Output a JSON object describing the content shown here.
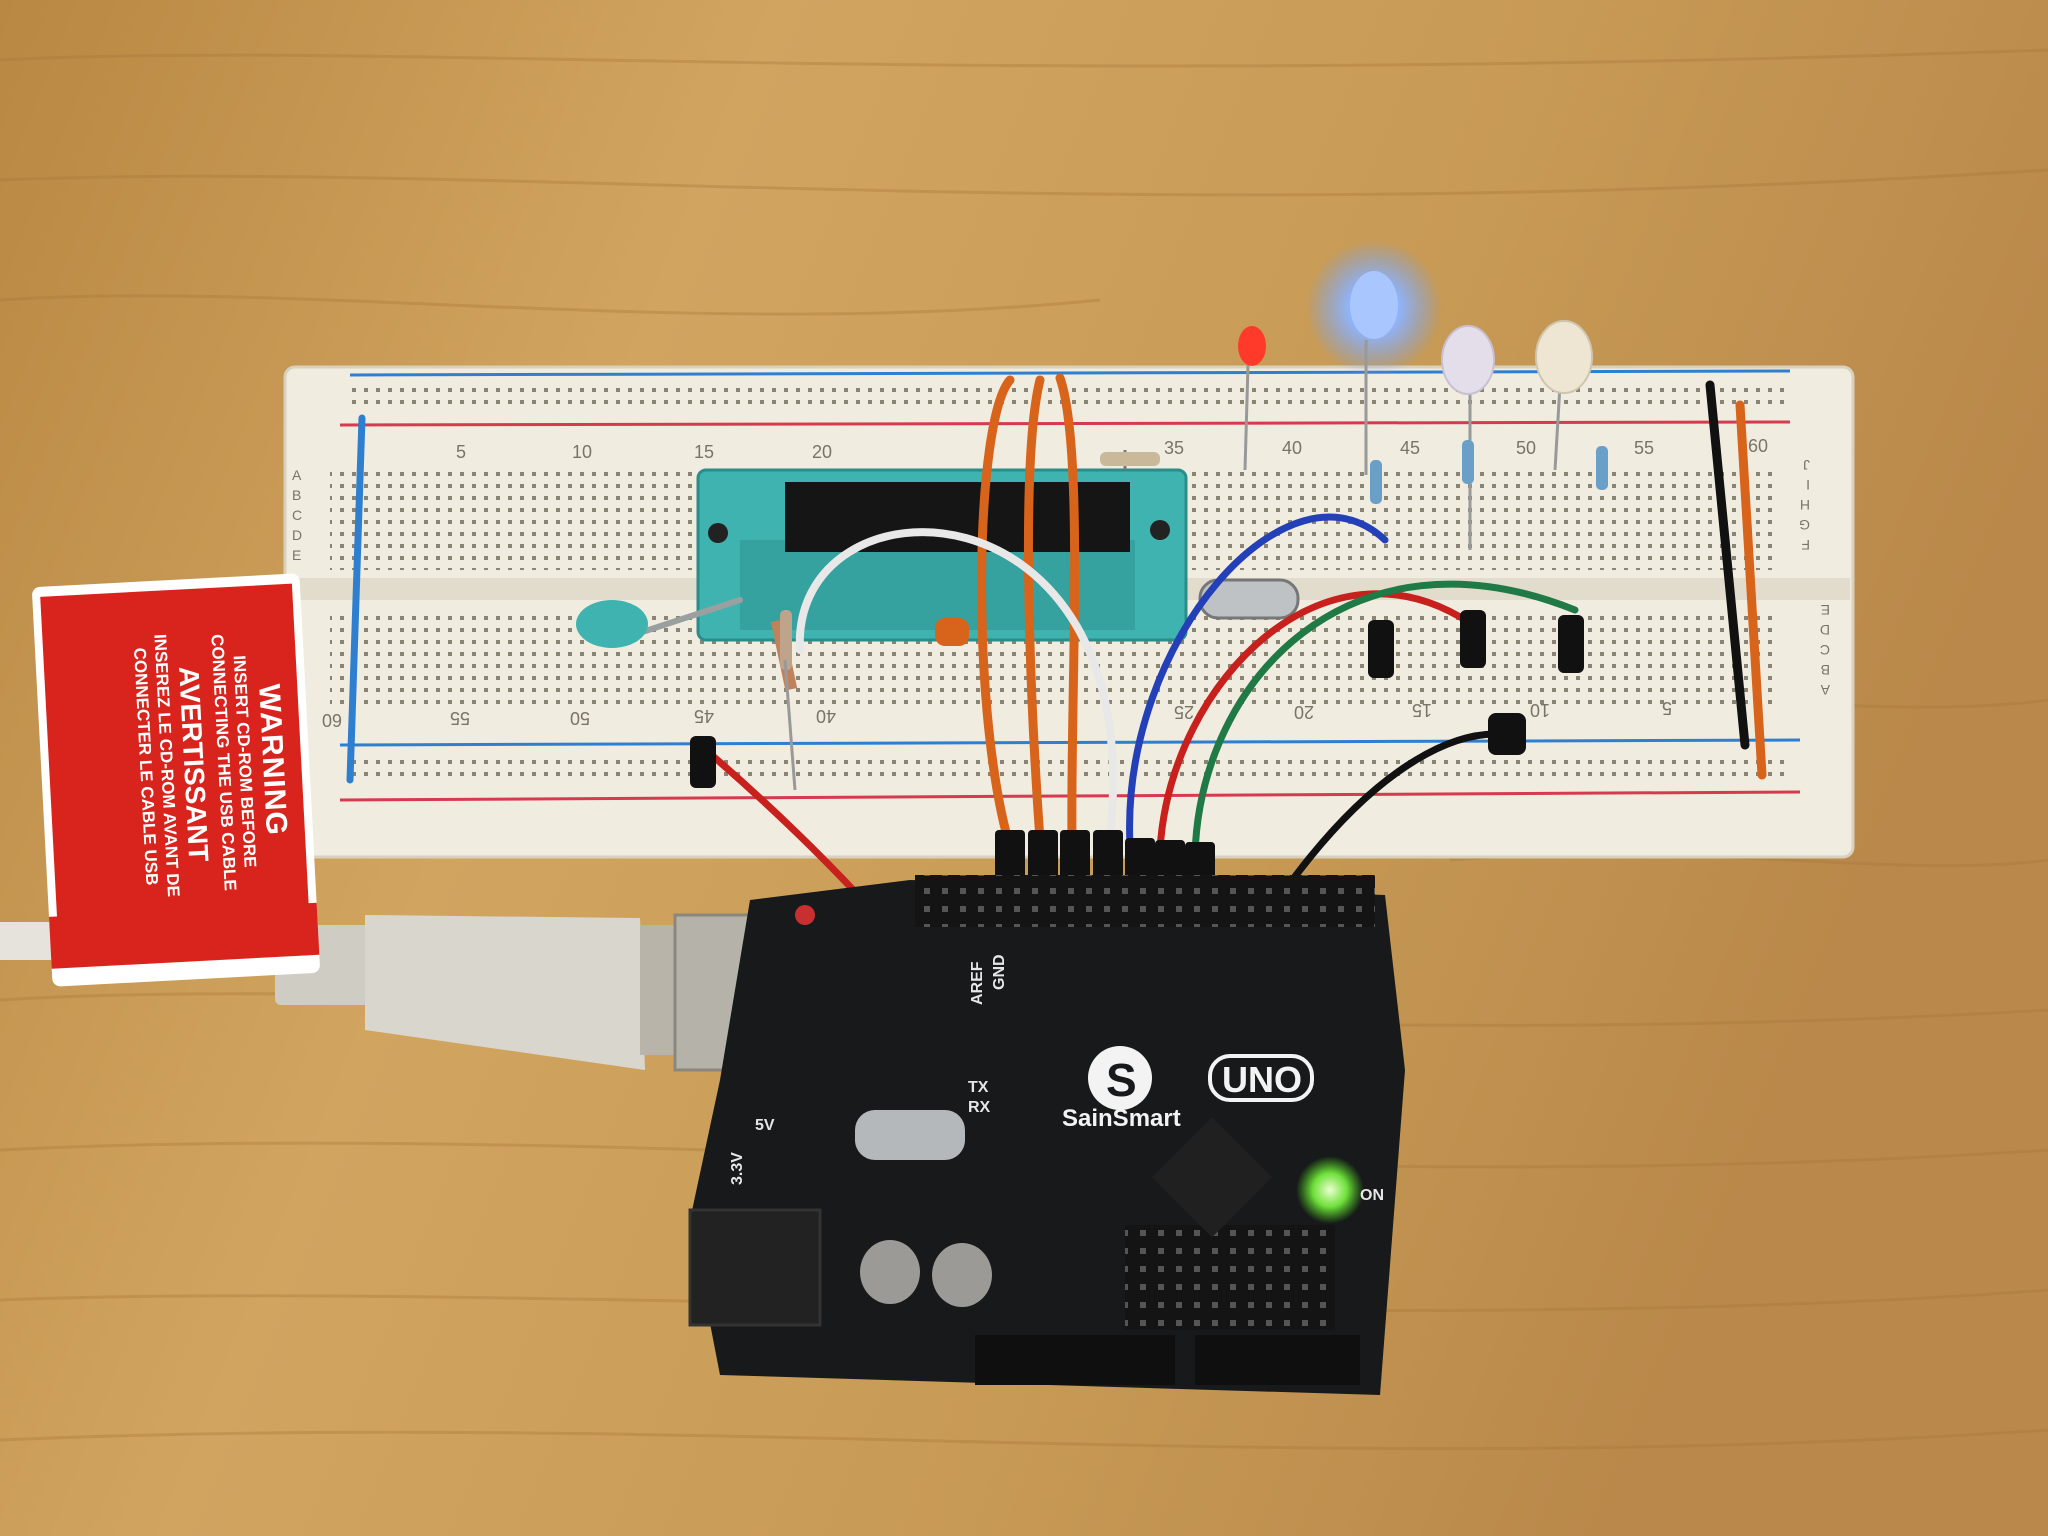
{
  "warning_tag": {
    "title": "WARNING",
    "line1": "INSERT CD-ROM BEFORE",
    "line2": "CONNECTING THE USB CABLE",
    "title_fr": "AVERTISSANT",
    "line3": "INSEREZ LE CD-ROM AVANT DE",
    "line4": "CONNECTER LE CABLE USB"
  },
  "breadboard": {
    "top_numbers": [
      "5",
      "10",
      "15",
      "20",
      "35",
      "40",
      "45",
      "50",
      "55",
      "60"
    ],
    "top_row_letters": [
      "A",
      "B",
      "C",
      "D",
      "E"
    ],
    "right_row_letters": [
      "J",
      "I",
      "H",
      "G",
      "F"
    ],
    "bottom_numbers": [
      "60",
      "55",
      "50",
      "45",
      "40",
      "25",
      "20",
      "15",
      "10",
      "5"
    ],
    "bottom_row_letters": [
      "E",
      "D",
      "C",
      "B",
      "A"
    ]
  },
  "arduino": {
    "brand": "SainSmart",
    "model": "UNO",
    "logo_letter": "S",
    "labels": {
      "aref": "AREF",
      "gnd": "GND",
      "tx": "TX",
      "rx": "RX",
      "on": "ON",
      "v33": "3.3V",
      "v5": "5V"
    }
  },
  "colors": {
    "table": "#c99a52",
    "board_body": "#f1ece0",
    "rail_blue": "#2f7fd0",
    "rail_red": "#d63a4e",
    "zif_socket": "#3fb3b0",
    "arduino_pcb": "#17191a",
    "warning_red": "#d8241d",
    "led_blue": "#6fa3ff",
    "led_red": "#ff3a2a",
    "wire_orange": "#d8641c",
    "wire_red": "#c8201c",
    "wire_green": "#1f7a45",
    "wire_blue": "#2340b8",
    "wire_white": "#e8e8e8",
    "wire_black": "#111111"
  }
}
